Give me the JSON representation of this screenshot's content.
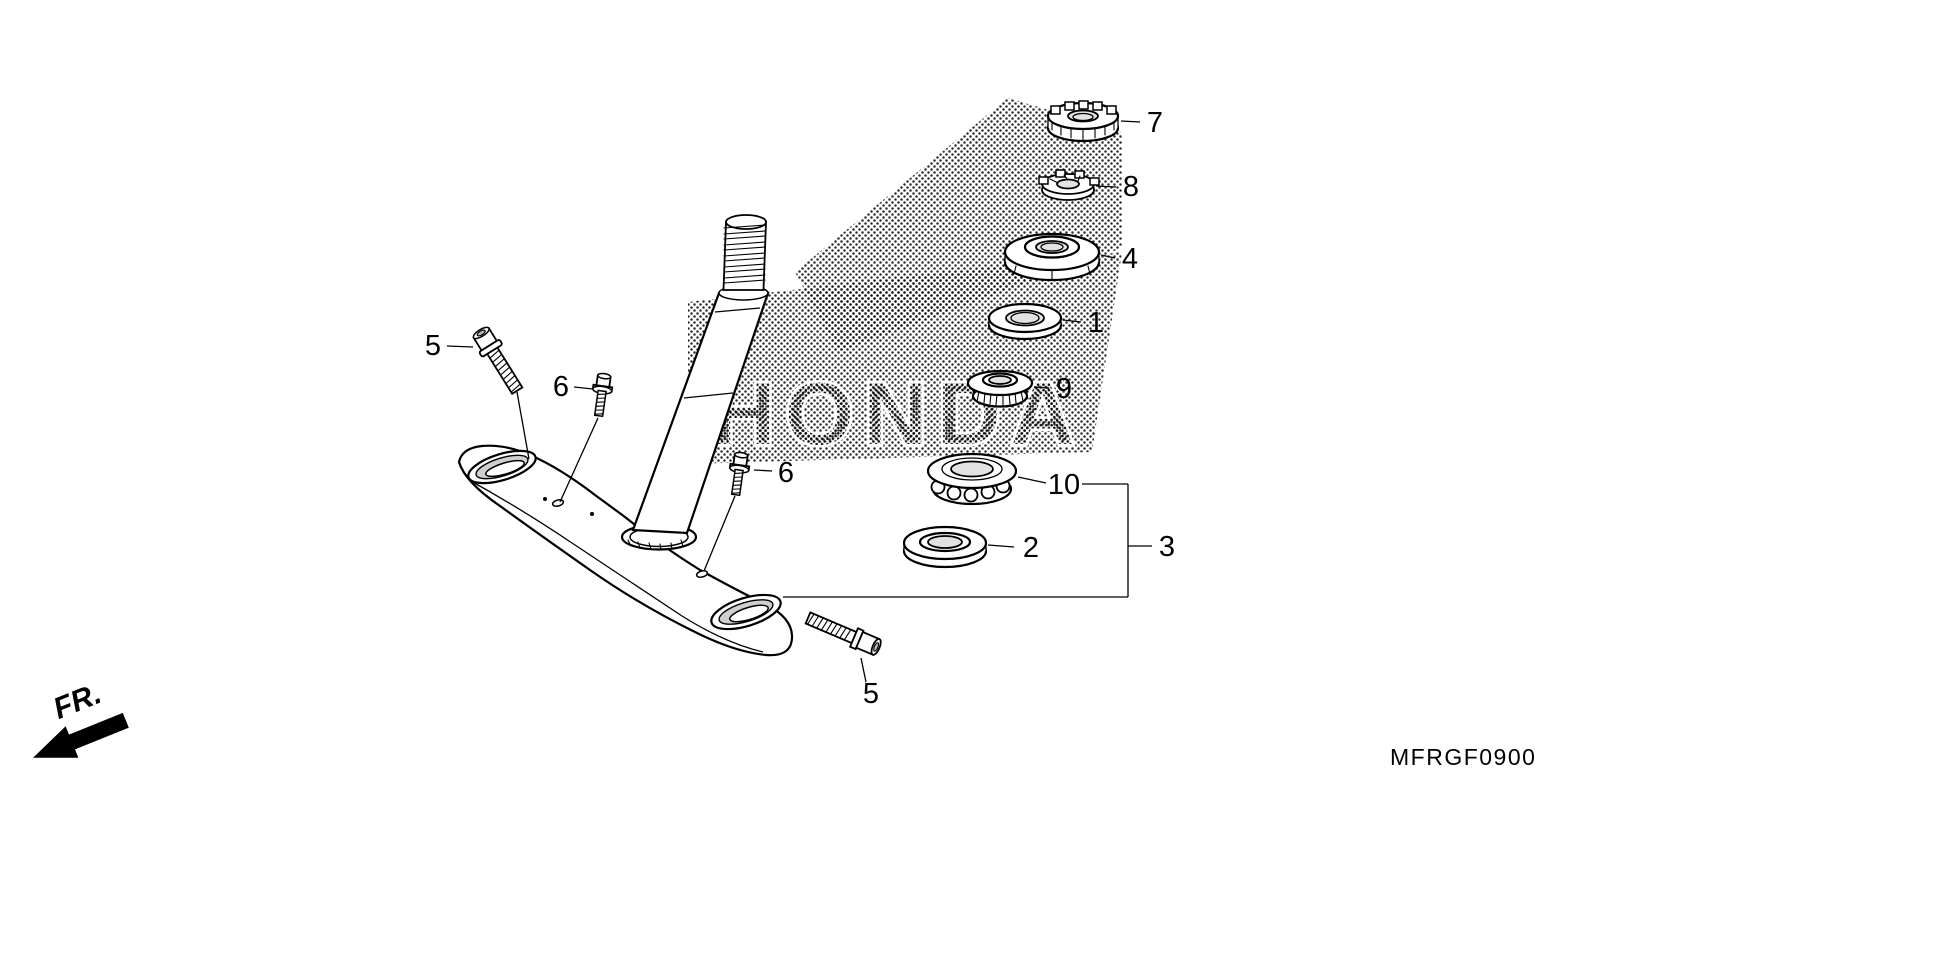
{
  "diagram": {
    "code": "MFRGF0900",
    "direction_label": "FR.",
    "watermark": "HONDA",
    "colors": {
      "ink": "#000000",
      "paper": "#ffffff"
    },
    "callouts": {
      "c1": "1",
      "c2": "2",
      "c3": "3",
      "c4": "4",
      "c5a": "5",
      "c5b": "5",
      "c6a": "6",
      "c6b": "6",
      "c7": "7",
      "c8": "8",
      "c9": "9",
      "c10": "10"
    }
  }
}
